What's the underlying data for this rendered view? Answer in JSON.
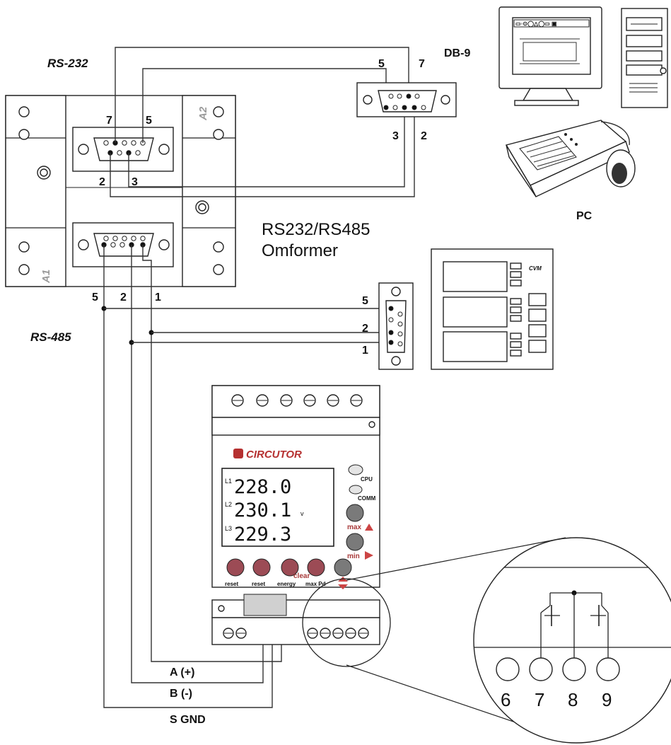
{
  "labels": {
    "rs232": "RS-232",
    "rs485": "RS-485",
    "db9": "DB-9",
    "pc": "PC",
    "converter_line1": "RS232/RS485",
    "converter_line2": "Omformer",
    "a1": "A1",
    "a2": "A2",
    "cvm": "CVM"
  },
  "pins": {
    "conv232_top_left": "7",
    "conv232_top_right": "5",
    "conv232_bottom_left": "2",
    "conv232_bottom_right": "3",
    "db9_top_left": "5",
    "db9_top_right": "7",
    "db9_bottom_left": "3",
    "db9_bottom_right": "2",
    "conv485_a": "5",
    "conv485_b": "2",
    "conv485_c": "1",
    "cvm_pin_5": "5",
    "cvm_pin_2": "2",
    "cvm_pin_1": "1"
  },
  "meter": {
    "brand": "CIRCUTOR",
    "readings": [
      {
        "phase": "L1",
        "value": "228.0",
        "unit": ""
      },
      {
        "phase": "L2",
        "value": "230.1",
        "unit": "v"
      },
      {
        "phase": "L3",
        "value": "229.3",
        "unit": ""
      }
    ],
    "led_cpu": "CPU",
    "led_comm": "COMM",
    "btn_max": "max",
    "btn_min": "min",
    "buttons": [
      "reset",
      "reset",
      "energy",
      "max Pd"
    ],
    "clear_label": "clear"
  },
  "bus": {
    "a_label": "A (+)",
    "b_label": "B (-)",
    "gnd_label": "S GND"
  },
  "terminals": [
    "6",
    "7",
    "8",
    "9"
  ]
}
